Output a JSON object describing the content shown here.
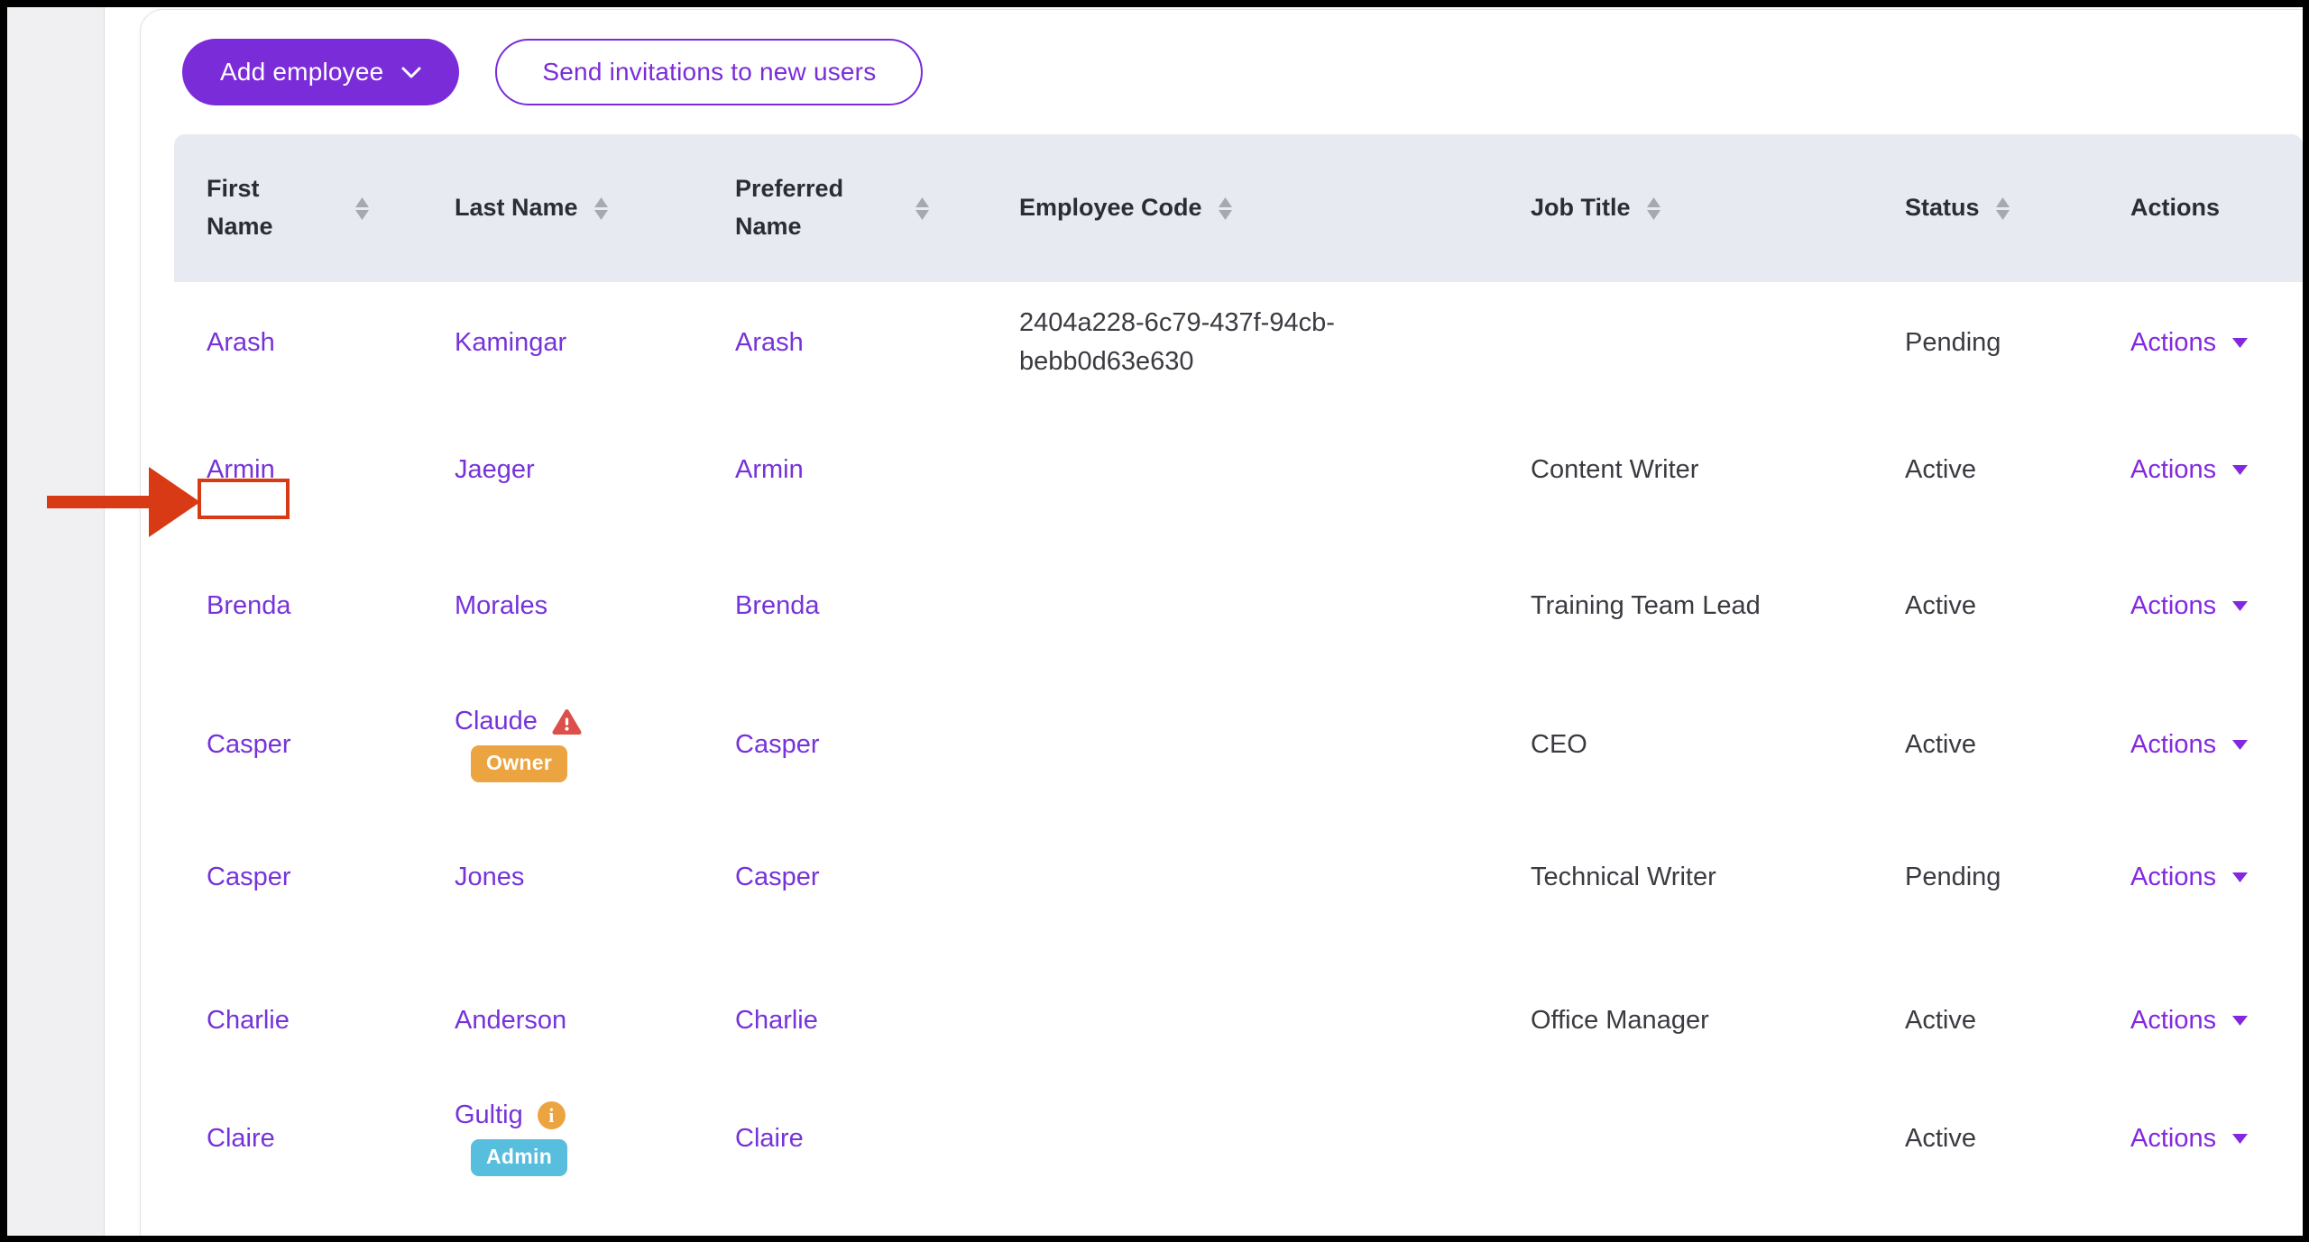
{
  "toolbar": {
    "add_employee_label": "Add employee",
    "send_invitations_label": "Send invitations to new users"
  },
  "table": {
    "columns": [
      {
        "label": "First Name",
        "sortable": true
      },
      {
        "label": "Last Name",
        "sortable": true
      },
      {
        "label": "Preferred Name",
        "sortable": true
      },
      {
        "label": "Employee Code",
        "sortable": true
      },
      {
        "label": "Job Title",
        "sortable": true
      },
      {
        "label": "Status",
        "sortable": true
      },
      {
        "label": "Actions",
        "sortable": false
      }
    ],
    "rows": [
      {
        "first_name": "Arash",
        "last_name": "Kamingar",
        "preferred_name": "Arash",
        "employee_code": "2404a228-6c79-437f-94cb-bebb0d63e630",
        "job_title": "",
        "status": "Pending",
        "actions_label": "Actions"
      },
      {
        "first_name": "Armin",
        "last_name": "Jaeger",
        "preferred_name": "Armin",
        "employee_code": "",
        "job_title": "Content Writer",
        "status": "Active",
        "actions_label": "Actions",
        "annotated": true
      },
      {
        "first_name": "Brenda",
        "last_name": "Morales",
        "preferred_name": "Brenda",
        "employee_code": "",
        "job_title": "Training Team Lead",
        "status": "Active",
        "actions_label": "Actions"
      },
      {
        "first_name": "Casper",
        "last_name": "Claude",
        "preferred_name": "Casper",
        "employee_code": "",
        "job_title": "CEO",
        "status": "Active",
        "actions_label": "Actions",
        "badge_label": "Owner",
        "last_name_icon": "warning-triangle-icon"
      },
      {
        "first_name": "Casper",
        "last_name": "Jones",
        "preferred_name": "Casper",
        "employee_code": "",
        "job_title": "Technical Writer",
        "status": "Pending",
        "actions_label": "Actions"
      },
      {
        "first_name": "Charlie",
        "last_name": "Anderson",
        "preferred_name": "Charlie",
        "employee_code": "",
        "job_title": "Office Manager",
        "status": "Active",
        "actions_label": "Actions"
      },
      {
        "first_name": "Claire",
        "last_name": "Gultig",
        "preferred_name": "Claire",
        "employee_code": "",
        "job_title": "",
        "status": "Active",
        "actions_label": "Actions",
        "badge_label": "Admin",
        "last_name_icon": "info-circle-icon",
        "info_icon_glyph": "i"
      }
    ]
  },
  "annotation": {
    "target": "Armin",
    "shape": "arrow-and-box"
  },
  "colors": {
    "accent_purple": "#7b2cd9",
    "link_purple": "#7633d9",
    "actions_purple": "#8428e0",
    "annotation_red": "#d93a16",
    "owner_badge_orange": "#eca440",
    "admin_badge_blue": "#58bedd",
    "warning_red": "#dd4f4a",
    "header_bg": "#e7eaf1",
    "body_text": "#3a3b41"
  }
}
